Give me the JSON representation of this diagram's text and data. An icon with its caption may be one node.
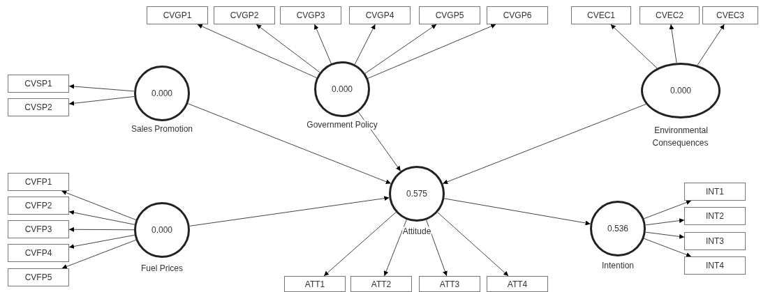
{
  "diagram": {
    "nodes": [
      {
        "text": [
          "CVGP1"
        ]
      },
      {
        "text": [
          "CVGP2"
        ]
      },
      {
        "text": [
          "CVGP3"
        ]
      },
      {
        "text": [
          "CVGP4"
        ]
      },
      {
        "text": [
          "CVGP5"
        ]
      },
      {
        "text": [
          "CVGP6"
        ]
      },
      {
        "text": [
          "CVEC1"
        ]
      },
      {
        "text": [
          "CVEC2"
        ]
      },
      {
        "text": [
          "CVEC3"
        ]
      },
      {
        "text": [
          "CVSP1"
        ]
      },
      {
        "text": [
          "CVSP2"
        ]
      },
      {
        "text": [
          "0.000"
        ],
        "beside": [
          "Sales Promotion"
        ]
      },
      {
        "text": [
          "0.000"
        ],
        "beside": [
          "Government Policy"
        ]
      },
      {
        "text": [
          "0.000"
        ],
        "beside": [
          "Environmental Consequences"
        ]
      },
      {
        "text": [
          "CVFP1"
        ]
      },
      {
        "text": [
          "CVFP2"
        ]
      },
      {
        "text": [
          "CVFP3"
        ]
      },
      {
        "text": [
          "CVFP4"
        ]
      },
      {
        "text": [
          "CVFP5"
        ]
      },
      {
        "text": [
          "0.000"
        ],
        "beside": [
          "Fuel Prices"
        ]
      },
      {
        "text": [
          "0.575"
        ],
        "beside": [
          "Attitude"
        ]
      },
      {
        "text": [
          "INT1"
        ]
      },
      {
        "text": [
          "INT2"
        ]
      },
      {
        "text": [
          "INT3"
        ]
      },
      {
        "text": [
          "INT4"
        ]
      },
      {
        "text": [
          "0.536"
        ],
        "beside": [
          "Intention"
        ]
      },
      {
        "text": [
          "ATT1"
        ]
      },
      {
        "text": [
          "ATT2"
        ]
      },
      {
        "text": [
          "ATT3"
        ]
      },
      {
        "text": [
          "ATT4"
        ]
      }
    ],
    "edges": [
      {
        "from": 12,
        "to": 0,
        "arrow": "to"
      },
      {
        "from": 12,
        "to": 1,
        "arrow": "to"
      },
      {
        "from": 12,
        "to": 2,
        "arrow": "to"
      },
      {
        "from": 12,
        "to": 3,
        "arrow": "to"
      },
      {
        "from": 12,
        "to": 4,
        "arrow": "to"
      },
      {
        "from": 12,
        "to": 5,
        "arrow": "to"
      },
      {
        "from": 13,
        "to": 6,
        "arrow": "to"
      },
      {
        "from": 13,
        "to": 7,
        "arrow": "to"
      },
      {
        "from": 13,
        "to": 8,
        "arrow": "to"
      },
      {
        "from": 11,
        "to": 9,
        "arrow": "to"
      },
      {
        "from": 11,
        "to": 10,
        "arrow": "to"
      },
      {
        "from": 19,
        "to": 14,
        "arrow": "to"
      },
      {
        "from": 19,
        "to": 15,
        "arrow": "to"
      },
      {
        "from": 19,
        "to": 16,
        "arrow": "to"
      },
      {
        "from": 19,
        "to": 17,
        "arrow": "to"
      },
      {
        "from": 19,
        "to": 18,
        "arrow": "to"
      },
      {
        "from": 11,
        "to": 20,
        "arrow": "to"
      },
      {
        "from": 12,
        "to": 20,
        "arrow": "to"
      },
      {
        "from": 13,
        "to": 20,
        "arrow": "to"
      },
      {
        "from": 19,
        "to": 20,
        "arrow": "to"
      },
      {
        "from": 20,
        "to": 25,
        "arrow": "to"
      },
      {
        "from": 25,
        "to": 21,
        "arrow": "to"
      },
      {
        "from": 25,
        "to": 22,
        "arrow": "to"
      },
      {
        "from": 25,
        "to": 23,
        "arrow": "to"
      },
      {
        "from": 25,
        "to": 24,
        "arrow": "to"
      },
      {
        "from": 20,
        "to": 26,
        "arrow": "to"
      },
      {
        "from": 20,
        "to": 27,
        "arrow": "to"
      },
      {
        "from": 20,
        "to": 28,
        "arrow": "to"
      },
      {
        "from": 20,
        "to": 29,
        "arrow": "to"
      }
    ]
  }
}
